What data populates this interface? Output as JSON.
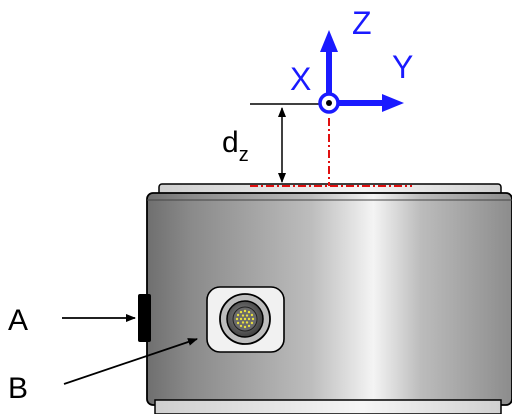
{
  "labels": {
    "axis_z": "Z",
    "axis_x": "X",
    "axis_y": "Y",
    "distance_main": "d",
    "distance_sub": "z",
    "pointer_a": "A",
    "pointer_b": "B"
  },
  "colors": {
    "axis": "#1a1aff",
    "centerline": "#e01010",
    "outline": "#000000"
  }
}
